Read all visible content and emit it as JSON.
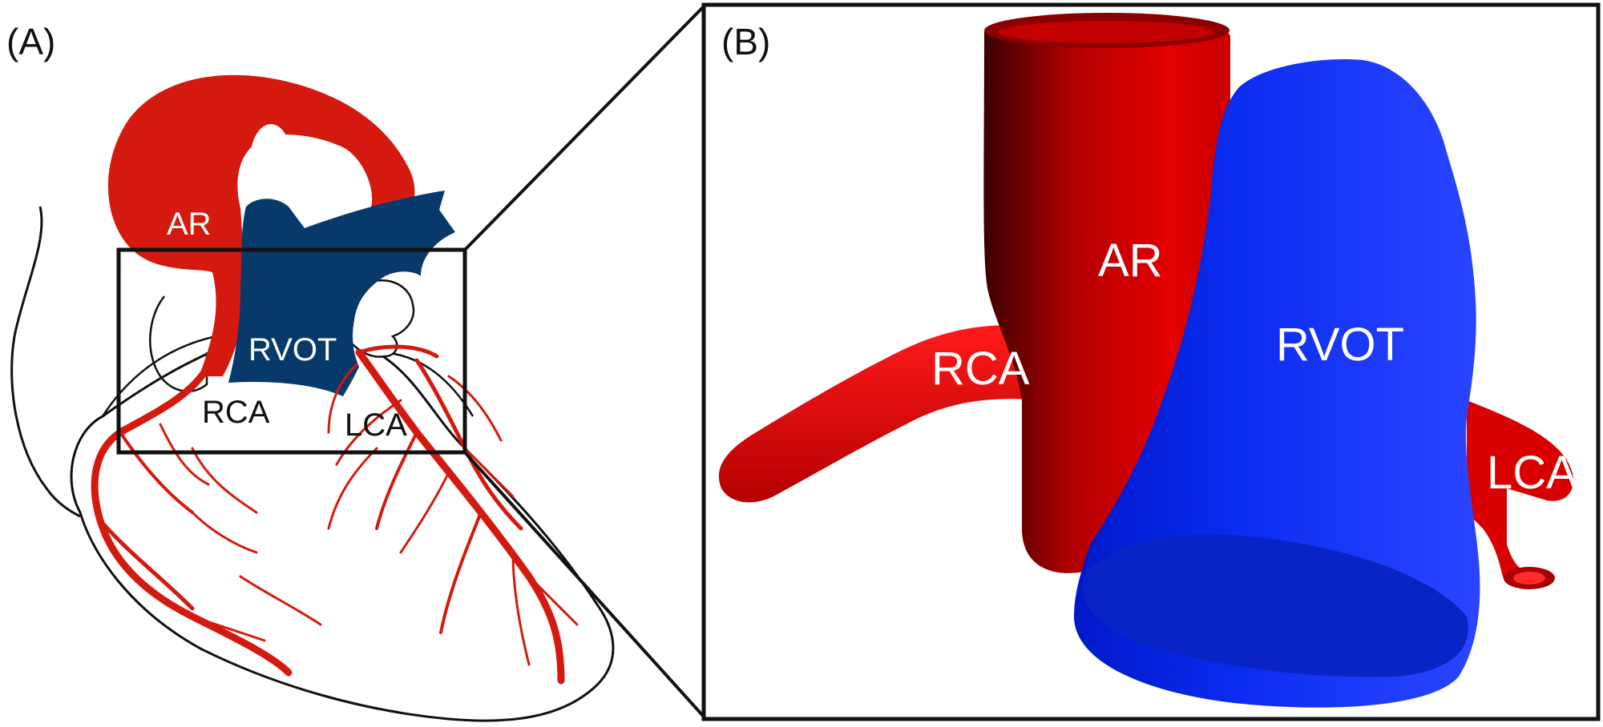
{
  "panels": {
    "a": {
      "label": "(A)",
      "structures": {
        "aorta": "AR",
        "rvot": "RVOT",
        "rca": "RCA",
        "lca": "LCA"
      }
    },
    "b": {
      "label": "(B)",
      "structures": {
        "aorta": "AR",
        "rvot": "RVOT",
        "rca": "RCA",
        "lca": "LCA"
      }
    }
  },
  "colors": {
    "artery_red": "#d41a0e",
    "rvot_navy": "#07396b",
    "model_red": "#e00000",
    "model_blue": "#1c33f5",
    "outline": "#111111",
    "label_white": "#ffffff",
    "label_black": "#111111"
  }
}
